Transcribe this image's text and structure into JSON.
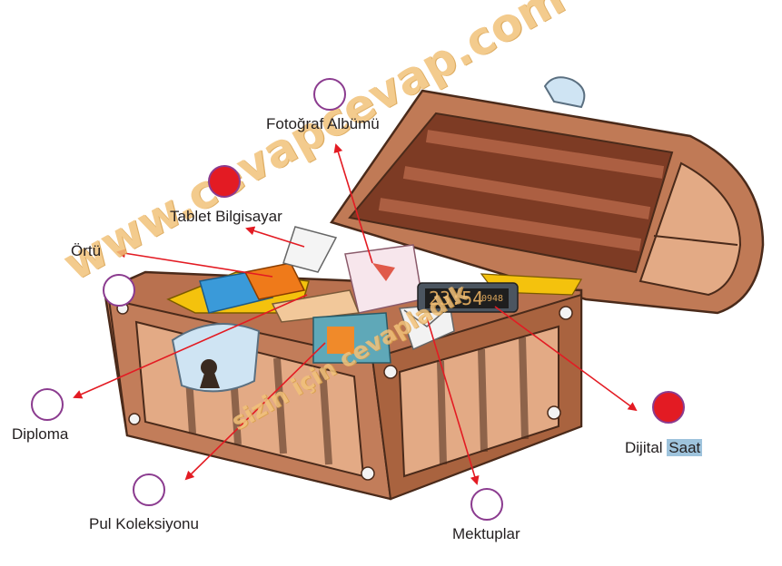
{
  "labels": {
    "photo_album": "Fotoğraf Albümü",
    "tablet": "Tablet Bilgisayar",
    "cover": "Örtü",
    "diploma": "Diploma",
    "stamps": "Pul Koleksiyonu",
    "letters": "Mektuplar",
    "clock_word1": "Dijital",
    "clock_word2": "Saat"
  },
  "markers": {
    "photo_album": "empty",
    "tablet": "filled",
    "cover": "empty",
    "diploma": "empty",
    "stamps": "empty",
    "letters": "empty",
    "clock": "filled"
  },
  "clock_display": {
    "time": "23:54",
    "small": "0948"
  },
  "watermark": {
    "line1": "www.cevapcevap.com",
    "line2": "sizin için cevapladık"
  },
  "colors": {
    "arrow": "#e31b23",
    "marker_outline": "#8b3b8f",
    "marker_fill": "#e31b23",
    "chest_wood": "#b9714f",
    "chest_dark": "#7a3b22",
    "chest_light": "#e3aa85"
  }
}
